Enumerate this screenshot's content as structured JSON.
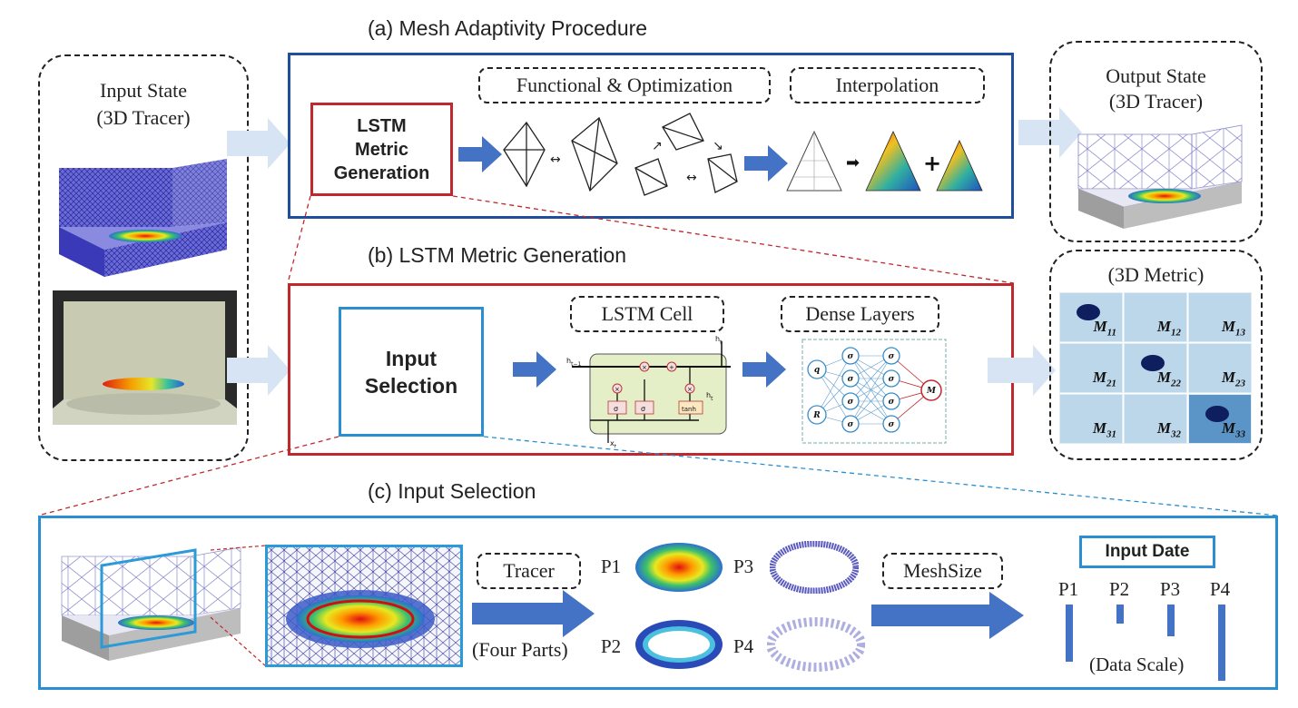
{
  "colors": {
    "blue_box": "#1f4e9c",
    "red_box": "#c0282d",
    "light_blue_box": "#2a8fd0",
    "arrow_blue": "#4472c4",
    "arrow_light": "#d6e4f3"
  },
  "section_a": {
    "title": "(a) Mesh Adaptivity Procedure",
    "lstm_label": "LSTM Metric Generation",
    "tag1": "Functional & Optimization",
    "tag2": "Interpolation"
  },
  "section_b": {
    "title": "(b) LSTM Metric Generation",
    "input_selection": "Input Selection",
    "tag1": "LSTM Cell",
    "tag2": "Dense Layers",
    "lstm_cell": {
      "h_prev": "h",
      "h_prev_sub": "t−1",
      "h_top": "h",
      "h_top_sub": "t",
      "x": "x",
      "x_sub": "t",
      "gate": "σ",
      "tanh": "tanh",
      "mul": "×",
      "add": "+",
      "out": "h",
      "out_sub": "t"
    },
    "dense": {
      "in1": "q",
      "in2": "R",
      "node": "σ",
      "out": "M"
    }
  },
  "section_c": {
    "title": "(c) Input Selection",
    "tag_tracer": "Tracer",
    "four_parts": "(Four Parts)",
    "tag_meshsize": "MeshSize",
    "p1": "P1",
    "p2": "P2",
    "p3": "P3",
    "p4": "P4",
    "input_date": "Input Date",
    "data_scale": "(Data Scale)",
    "bars": [
      {
        "label": "P1",
        "value": 75
      },
      {
        "label": "P2",
        "value": 25
      },
      {
        "label": "P3",
        "value": 42
      },
      {
        "label": "P4",
        "value": 100
      }
    ]
  },
  "input_state": {
    "line1": "Input State",
    "line2": "(3D Tracer)"
  },
  "output_state": {
    "line1": "Output State",
    "line2": "(3D Tracer)"
  },
  "metric": {
    "title": "(3D Metric)",
    "cells": [
      {
        "sym": "M",
        "sub": "11"
      },
      {
        "sym": "M",
        "sub": "12"
      },
      {
        "sym": "M",
        "sub": "13"
      },
      {
        "sym": "M",
        "sub": "21"
      },
      {
        "sym": "M",
        "sub": "22"
      },
      {
        "sym": "M",
        "sub": "23"
      },
      {
        "sym": "M",
        "sub": "31"
      },
      {
        "sym": "M",
        "sub": "32"
      },
      {
        "sym": "M",
        "sub": "33"
      }
    ]
  }
}
